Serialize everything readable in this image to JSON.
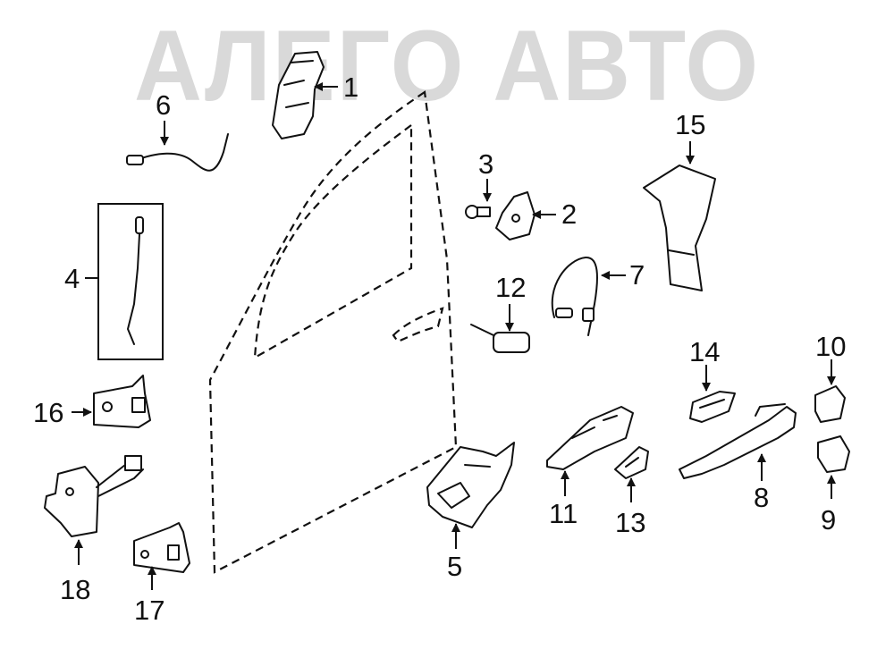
{
  "watermark": {
    "text": "АЛЕГО АВТО",
    "color": "#d9d9d9"
  },
  "callouts": {
    "c1": "1",
    "c2": "2",
    "c3": "3",
    "c4": "4",
    "c5": "5",
    "c6": "6",
    "c7": "7",
    "c8": "8",
    "c9": "9",
    "c10": "10",
    "c11": "11",
    "c12": "12",
    "c13": "13",
    "c14": "14",
    "c15": "15",
    "c16": "16",
    "c17": "17",
    "c18": "18"
  }
}
